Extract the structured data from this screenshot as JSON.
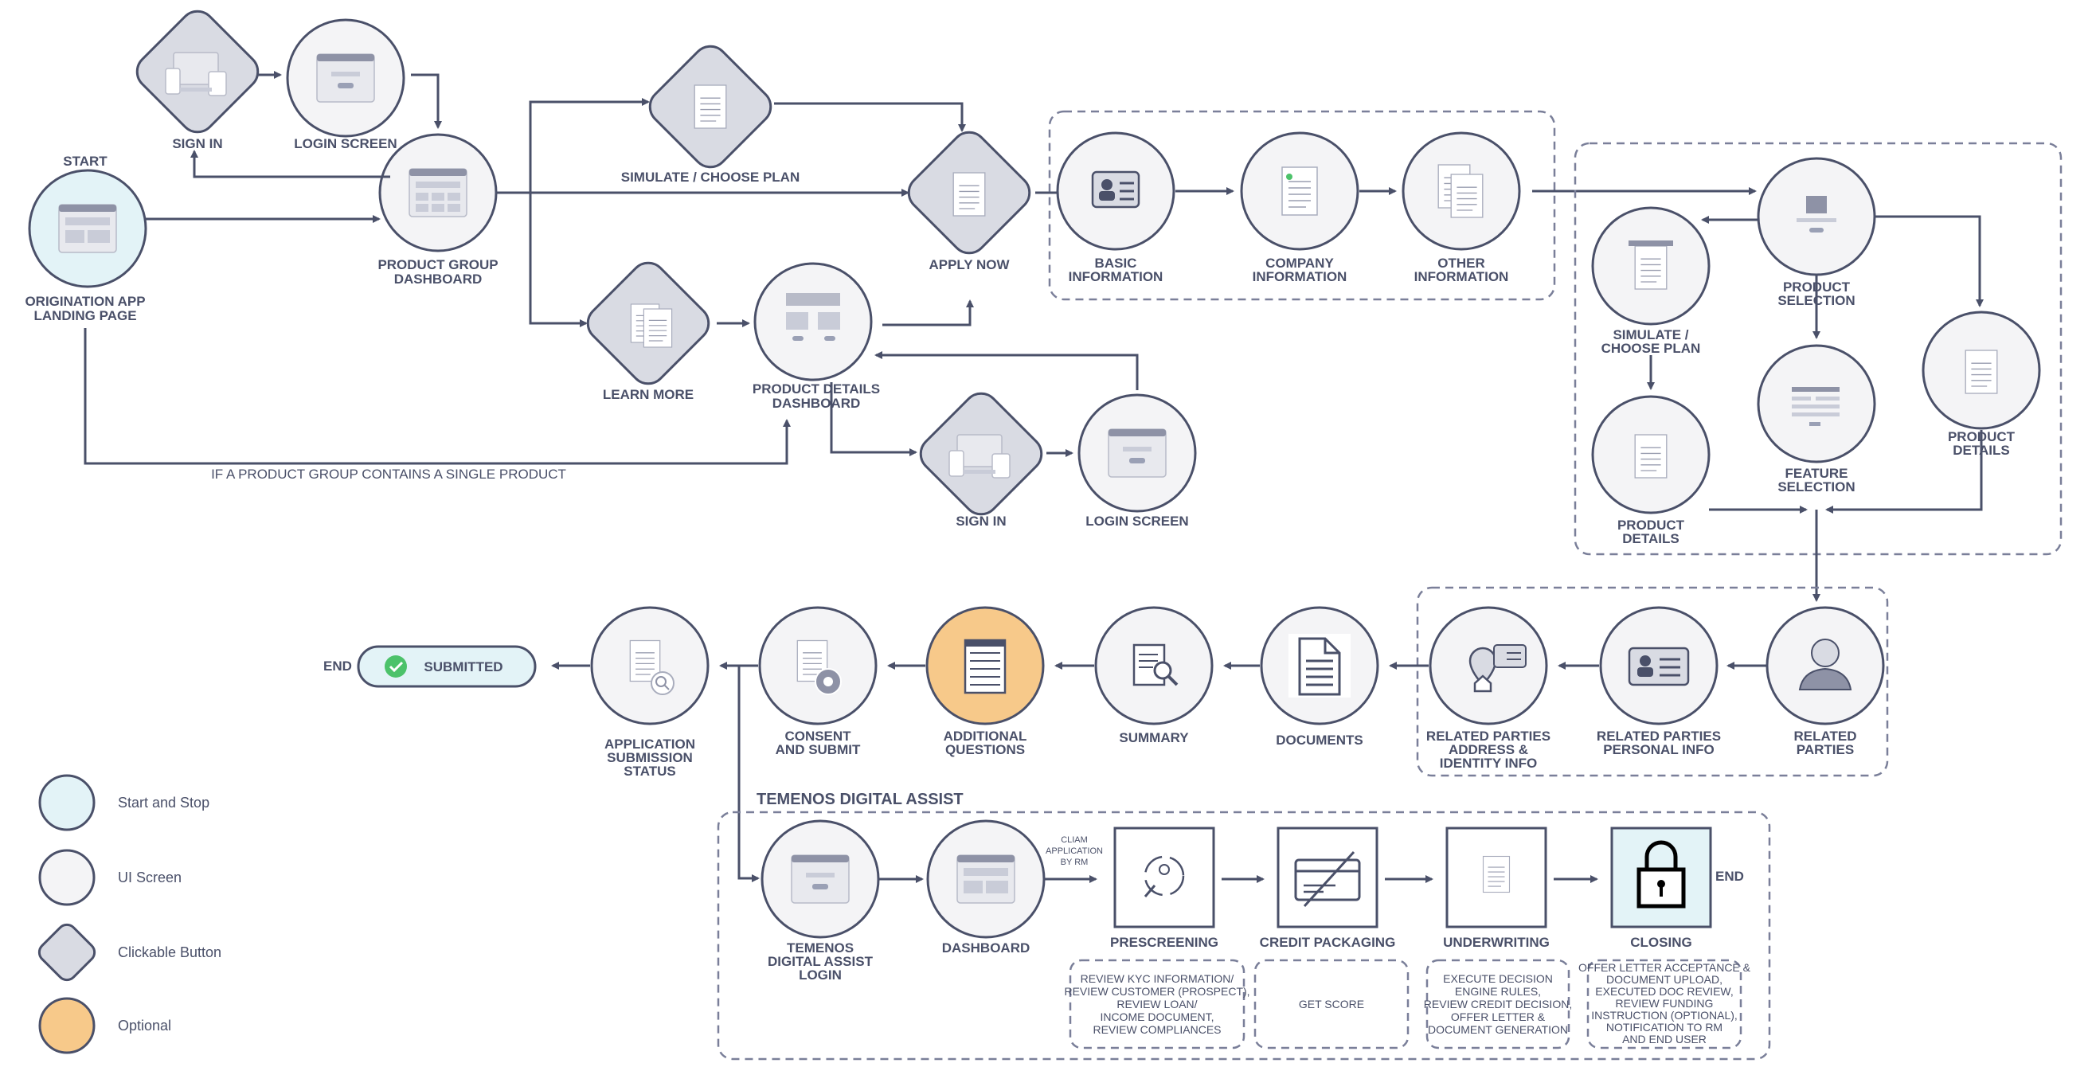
{
  "labels": {
    "start": "START",
    "landing1": "ORIGINATION APP",
    "landing2": "LANDING PAGE",
    "signin_top": "SIGN IN",
    "login_top": "LOGIN SCREEN",
    "pg_dash1": "PRODUCT GROUP",
    "pg_dash2": "DASHBOARD",
    "simulate": "SIMULATE / CHOOSE PLAN",
    "apply_now": "APPLY NOW",
    "learn_more": "LEARN MORE",
    "pd_dash1": "PRODUCT DETAILS",
    "pd_dash2": "DASHBOARD",
    "single_product": "IF A PRODUCT GROUP CONTAINS A SINGLE PRODUCT",
    "signin_mid": "SIGN IN",
    "login_mid": "LOGIN SCREEN",
    "basic1": "BASIC",
    "basic2": "INFORMATION",
    "company1": "COMPANY",
    "company2": "INFORMATION",
    "other1": "OTHER",
    "other2": "INFORMATION",
    "prod_sel1": "PRODUCT",
    "prod_sel2": "SELECTION",
    "sim_plan1": "SIMULATE /",
    "sim_plan2": "CHOOSE PLAN",
    "prod_det_r1": "PRODUCT",
    "prod_det_r2": "DETAILS",
    "feature1": "FEATURE",
    "feature2": "SELECTION",
    "prod_det_l1": "PRODUCT",
    "prod_det_l2": "DETAILS",
    "related1": "RELATED",
    "related2": "PARTIES",
    "rp_personal1": "RELATED PARTIES",
    "rp_personal2": "PERSONAL INFO",
    "rp_address1": "RELATED PARTIES",
    "rp_address2": "ADDRESS &",
    "rp_address3": "IDENTITY INFO",
    "documents": "DOCUMENTS",
    "summary": "SUMMARY",
    "additional1": "ADDITIONAL",
    "additional2": "QUESTIONS",
    "consent1": "CONSENT",
    "consent2": "AND SUBMIT",
    "status1": "APPLICATION",
    "status2": "SUBMISSION",
    "status3": "STATUS",
    "end_top": "END",
    "submitted": "SUBMITTED",
    "temenos_title": "TEMENOS DIGITAL ASSIST",
    "tda1": "TEMENOS",
    "tda2": "DIGITAL ASSIST",
    "tda3": "LOGIN",
    "dashboard": "DASHBOARD",
    "claim1": "CLIAM",
    "claim2": "APPLICATION",
    "claim3": "BY RM",
    "prescreening": "PRESCREENING",
    "credit": "CREDIT PACKAGING",
    "underwriting": "UNDERWRITING",
    "closing": "CLOSING",
    "end_bottom": "END",
    "pre_note1": "REVIEW KYC INFORMATION/",
    "pre_note2": "REVIEW CUSTOMER (PROSPECT),",
    "pre_note3": "REVIEW LOAN/",
    "pre_note4": "INCOME DOCUMENT,",
    "pre_note5": "REVIEW COMPLIANCES",
    "credit_note": "GET SCORE",
    "uw_note1": "EXECUTE DECISION",
    "uw_note2": "ENGINE RULES,",
    "uw_note3": "REVIEW CREDIT DECISION,",
    "uw_note4": "OFFER LETTER &",
    "uw_note5": "DOCUMENT GENERATION",
    "close_note1": "OFFER LETTER ACCEPTANCE &",
    "close_note2": "DOCUMENT UPLOAD,",
    "close_note3": "EXECUTED DOC REVIEW,",
    "close_note4": "REVIEW FUNDING",
    "close_note5": "INSTRUCTION (OPTIONAL),",
    "close_note6": "NOTIFICATION TO RM",
    "close_note7": "AND END USER"
  },
  "legend": {
    "start_stop": "Start and Stop",
    "ui_screen": "UI Screen",
    "clickable": "Clickable Button",
    "optional": "Optional"
  },
  "colors": {
    "line": "#4a5069",
    "start_fill": "#e3f3f7",
    "screen_fill": "#f4f4f6",
    "button_fill": "#d9dbe3",
    "optional_fill": "#f7c98a",
    "success": "#4cc26a"
  }
}
